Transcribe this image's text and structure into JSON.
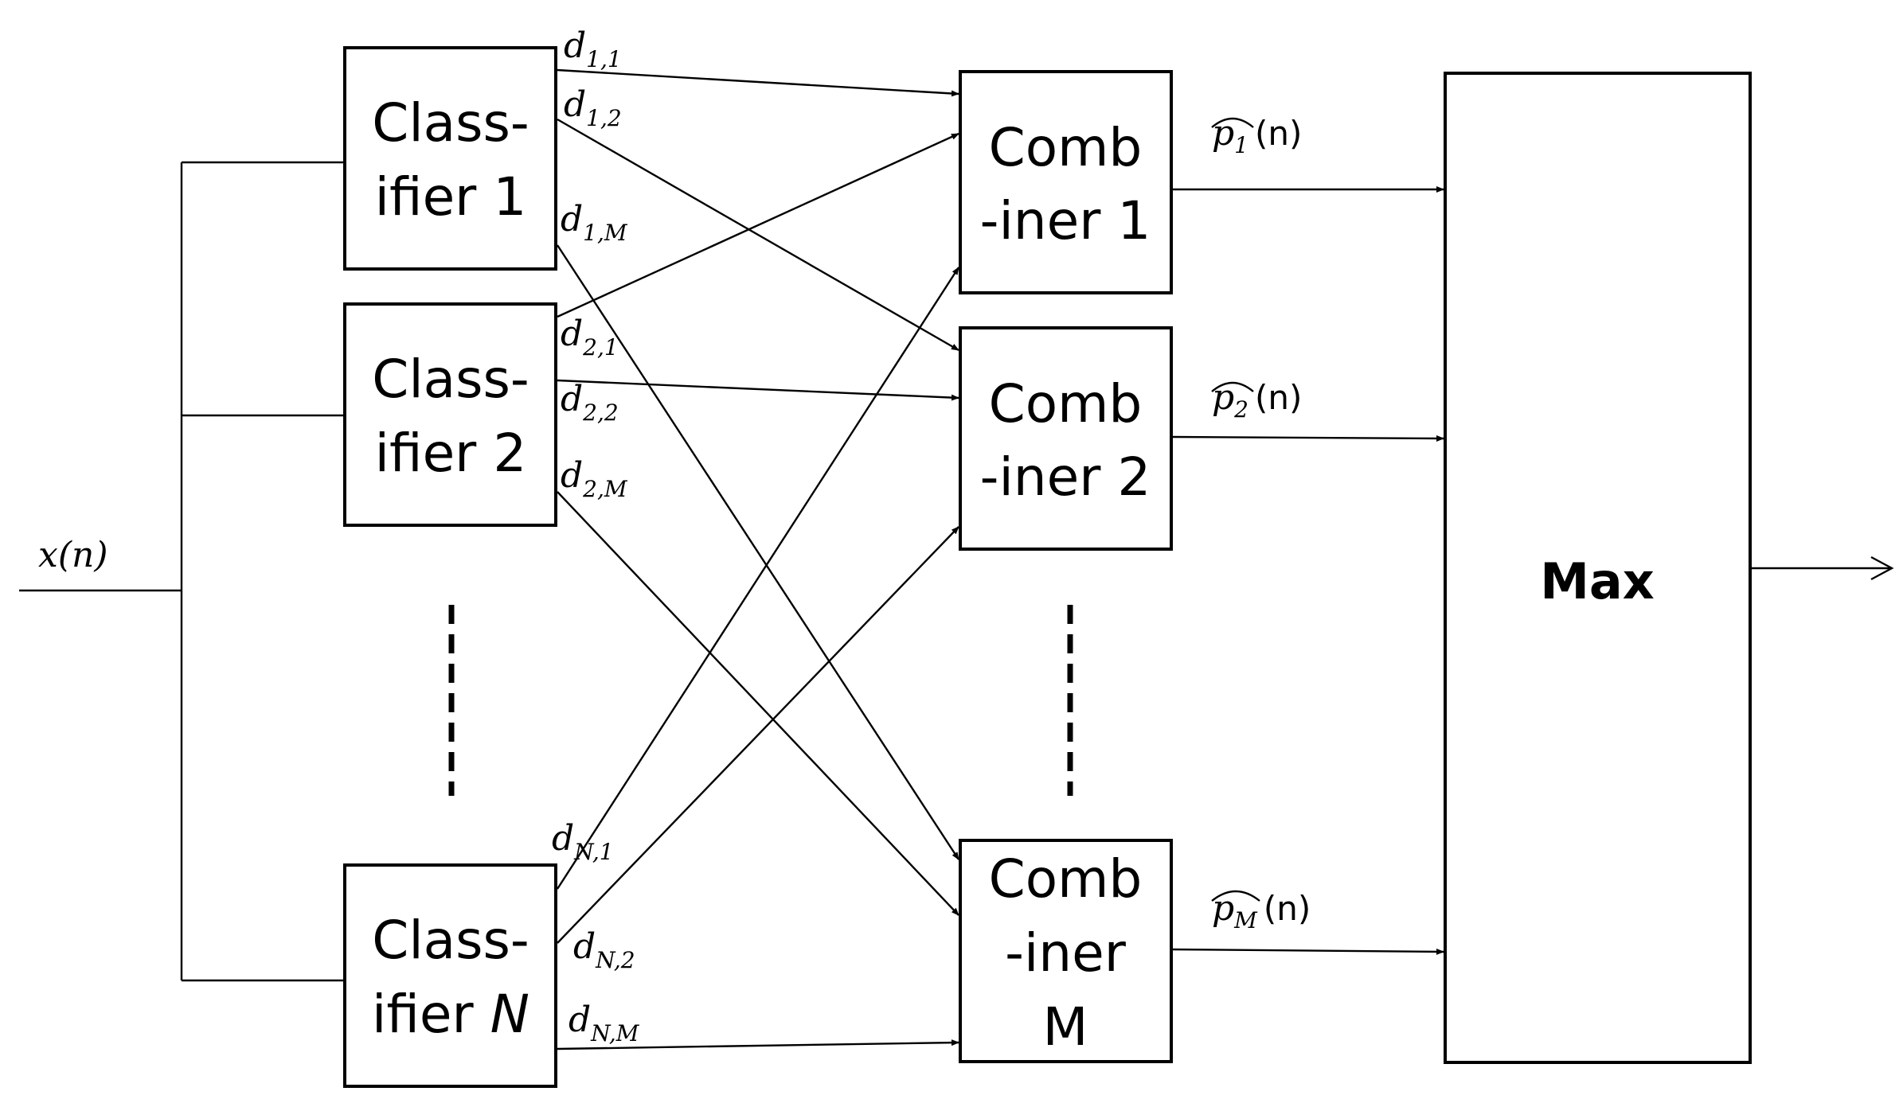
{
  "input": {
    "var": "x",
    "arg": "n"
  },
  "classifiers": [
    {
      "line1": "Class-",
      "line2_prefix": "ifier ",
      "line2_index": "1",
      "index_italic": false
    },
    {
      "line1": "Class-",
      "line2_prefix": "ifier ",
      "line2_index": "2",
      "index_italic": false
    },
    {
      "line1": "Class-",
      "line2_prefix": "ifier ",
      "line2_index": "N",
      "index_italic": true
    }
  ],
  "combiners": [
    {
      "lines": [
        "Comb",
        "-iner 1"
      ]
    },
    {
      "lines": [
        "Comb",
        "-iner 2"
      ]
    },
    {
      "lines": [
        "Comb",
        "-iner",
        "M"
      ]
    }
  ],
  "decision_labels": [
    {
      "var": "d",
      "sub": "1,1"
    },
    {
      "var": "d",
      "sub": "1,2"
    },
    {
      "var": "d",
      "sub": "1,M"
    },
    {
      "var": "d",
      "sub": "2,1"
    },
    {
      "var": "d",
      "sub": "2,2"
    },
    {
      "var": "d",
      "sub": "2,M"
    },
    {
      "var": "d",
      "sub": "N,1"
    },
    {
      "var": "d",
      "sub": "N,2"
    },
    {
      "var": "d",
      "sub": "N,M"
    }
  ],
  "output_labels": [
    {
      "var": "p",
      "sub": "1",
      "arg": "(n)"
    },
    {
      "var": "p",
      "sub": "2",
      "arg": "(n)"
    },
    {
      "var": "p",
      "sub": "M",
      "arg": "(n)"
    }
  ],
  "max_box": {
    "label": "Max"
  }
}
